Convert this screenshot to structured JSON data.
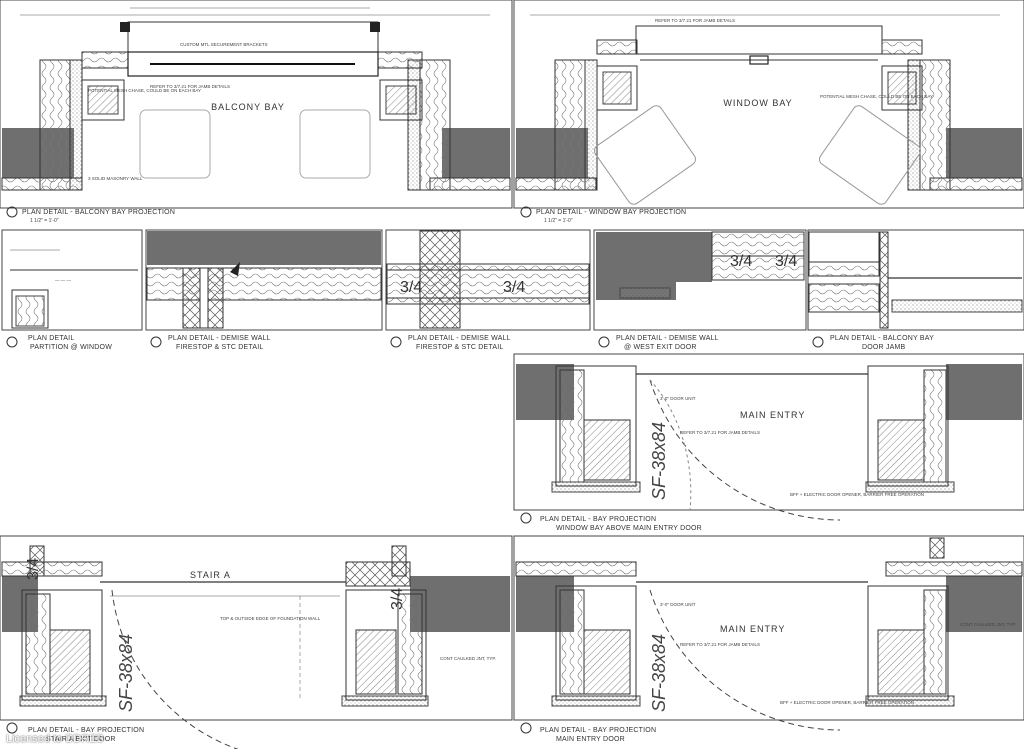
{
  "details": [
    {
      "id": "d1",
      "title": "PLAN DETAIL - BALCONY BAY PROJECTION",
      "scale": "1 1/2\" = 1'-0\"",
      "room": "BALCONY BAY"
    },
    {
      "id": "d2",
      "title": "PLAN DETAIL - WINDOW BAY PROJECTION",
      "scale": "1 1/2\" = 1'-0\"",
      "room": "WINDOW BAY"
    },
    {
      "id": "d3",
      "title": "PLAN DETAIL",
      "subtitle": "PARTITION @ WINDOW"
    },
    {
      "id": "d4",
      "title": "PLAN DETAIL - DEMISE WALL",
      "subtitle": "FIRESTOP & STC DETAIL"
    },
    {
      "id": "d5",
      "title": "PLAN DETAIL - DEMISE WALL",
      "subtitle": "FIRESTOP & STC DETAIL"
    },
    {
      "id": "d6",
      "title": "PLAN DETAIL - DEMISE WALL",
      "subtitle": "@ WEST EXIT DOOR"
    },
    {
      "id": "d7",
      "title": "PLAN DETAIL - BALCONY BAY",
      "subtitle": "DOOR JAMB"
    },
    {
      "id": "d8",
      "title": "PLAN DETAIL - BAY PROJECTION",
      "subtitle": "WINDOW BAY ABOVE MAIN ENTRY DOOR",
      "room": "MAIN ENTRY",
      "door": "SF-38x84"
    },
    {
      "id": "d9",
      "title": "PLAN DETAIL - BAY PROJECTION",
      "subtitle": "STAIR A EXIT DOOR",
      "room": "STAIR A",
      "door": "SF-38x84"
    },
    {
      "id": "d10",
      "title": "PLAN DETAIL - BAY PROJECTION",
      "subtitle": "MAIN ENTRY DOOR",
      "room": "MAIN ENTRY",
      "door": "SF-38x84"
    }
  ],
  "fractions": {
    "three_quarter": "3/4"
  },
  "notes": {
    "refer_jamb": "REFER TO 3/7.21 FOR JAMB DETAILS",
    "custom_bracket": "CUSTOM MTL SECUREMENT BRACKETS",
    "potential_mesh": "POTENTIAL MESH CHASE, COULD BE ON EACH BAY",
    "solid_masonry": "3 SOLID MASONRY WALL",
    "door_unit": "3'-0\" DOOR UNIT",
    "foundation": "TOP & OUTSIDE EDGE OF FOUNDATION WALL",
    "caulked": "CONT CAULKED JNT, TYP.",
    "door_opener": "BFF + ELECTRIC DOOR OPENER, BARRIER FREE OPERATION"
  },
  "watermark": "Licensed to DDREB"
}
